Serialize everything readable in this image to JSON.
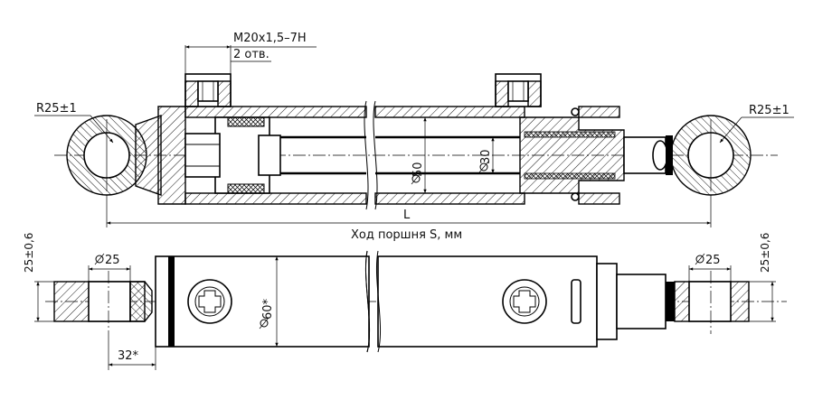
{
  "labels": {
    "thread": "M20x1,5–7H",
    "ports": "2 отв.",
    "radius_left": "R25±1",
    "radius_right": "R25±1",
    "bore": "50",
    "rod": "30",
    "length": "L",
    "stroke": "Ход поршня S, мм",
    "pin_left": "25",
    "pin_right": "25",
    "width_left": "25±0,6",
    "width_right": "25±0,6",
    "body_dia": "60*",
    "offset": "32*"
  }
}
